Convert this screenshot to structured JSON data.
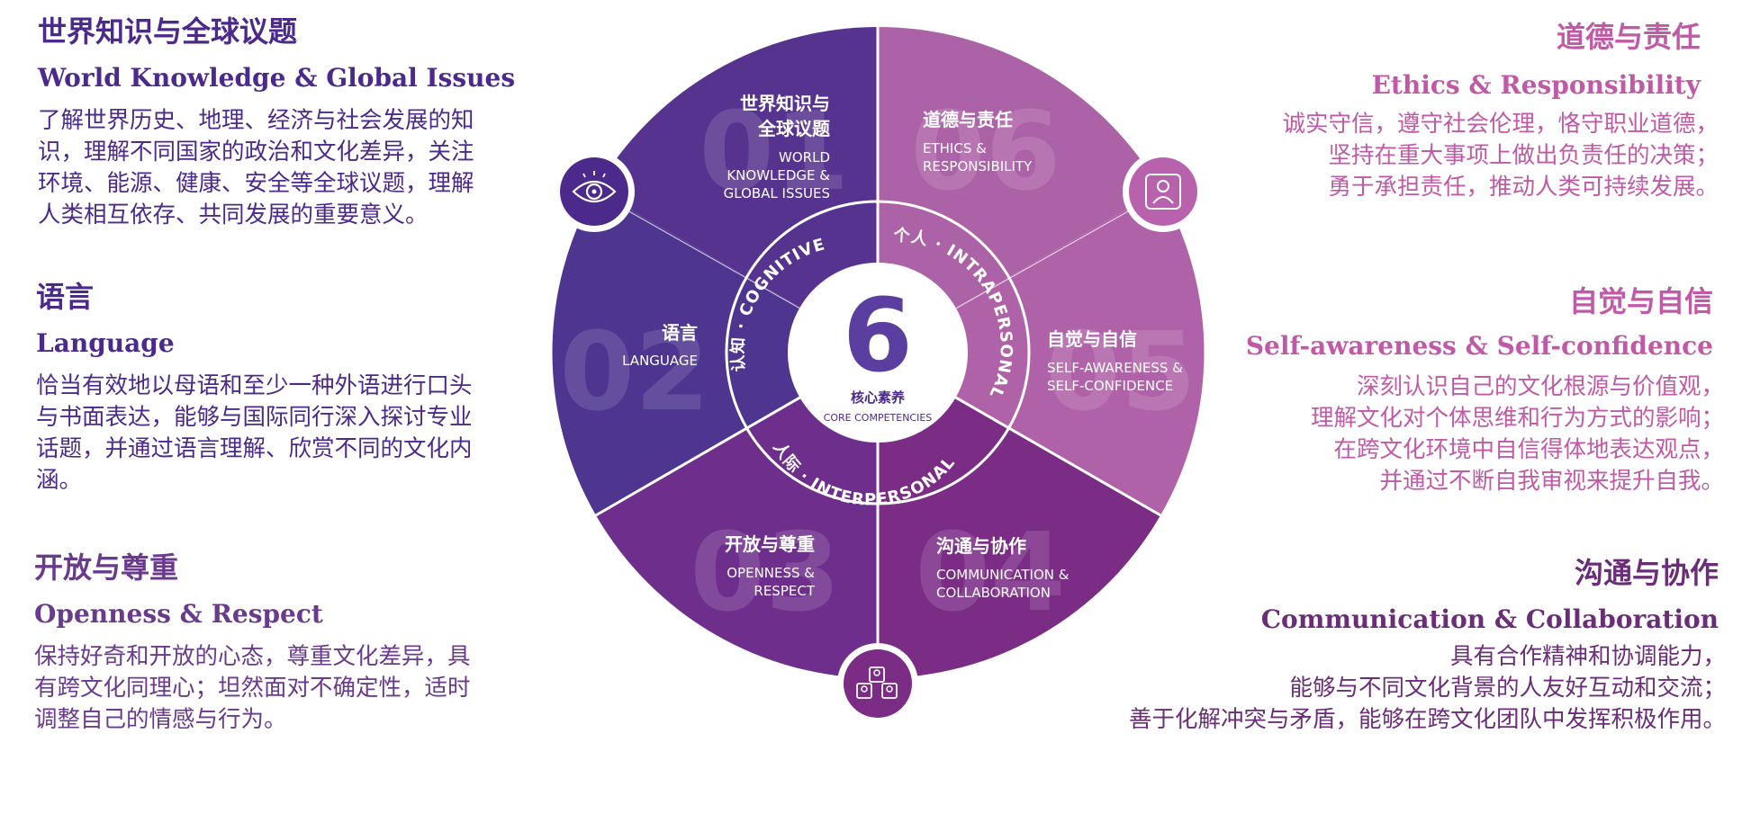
{
  "left_panels": [
    {
      "zh": "世界知识与全球议题",
      "en": "World Knowledge & Global Issues",
      "desc": [
        "了解世界历史、地理、经济与社会发展的知",
        "识，理解不同国家的政治和文化差异，关注",
        "环境、能源、健康、安全等全球议题，理解",
        "人类相互依存、共同发展的重要意义。"
      ]
    },
    {
      "zh": "语言",
      "en": "Language",
      "desc": [
        "恰当有效地以母语和至少一种外语进行口头",
        "与书面表达，能够与国际同行深入探讨专业",
        "话题，并通过语言理解、欣赏不同的文化内",
        "涵。"
      ]
    },
    {
      "zh": "开放与尊重",
      "en": "Openness & Respect",
      "desc": [
        "保持好奇和开放的心态，尊重文化差异，具",
        "有跨文化同理心；坦然面对不确定性，适时",
        "调整自己的情感与行为。"
      ]
    }
  ],
  "right_panels": [
    {
      "zh": "道德与责任",
      "en": "Ethics & Responsibility",
      "desc": [
        "诚实守信，遵守社会伦理，恪守职业道德，",
        "坚持在重大事项上做出负责任的决策；",
        "勇于承担责任，推动人类可持续发展。"
      ]
    },
    {
      "zh": "自觉与自信",
      "en": "Self-awareness & Self-confidence",
      "desc": [
        "深刻认识自己的文化根源与价值观，",
        "理解文化对个体思维和行为方式的影响；",
        "在跨文化环境中自信得体地表达观点，",
        "并通过不断自我审视来提升自我。"
      ]
    },
    {
      "zh": "沟通与协作",
      "en": "Communication & Collaboration",
      "desc": [
        "具有合作精神和协调能力，",
        "能够与不同文化背景的人友好互动和交流；",
        "善于化解冲突与矛盾，能够在跨文化团队中发挥积极作用。"
      ]
    }
  ],
  "wheel": {
    "center_number": "6",
    "center_zh": "核心素养",
    "center_en": "CORE COMPETENCIES",
    "ring_labels": {
      "cognitive": "认知 · COGNITIVE",
      "intrapersonal": "个人 · INTRAPERSONAL",
      "interpersonal": "人际 · INTERPERSONAL"
    },
    "segments": [
      {
        "num": "01",
        "zh": "世界知识与",
        "zh2": "全球议题",
        "en1": "WORLD",
        "en2": "KNOWLEDGE &",
        "en3": "GLOBAL ISSUES",
        "color": "#56338f"
      },
      {
        "num": "02",
        "zh": "语言",
        "en1": "LANGUAGE",
        "color": "#4d3590"
      },
      {
        "num": "03",
        "zh": "开放与尊重",
        "en1": "OPENNESS &",
        "en2": "RESPECT",
        "color": "#6e2f8c"
      },
      {
        "num": "04",
        "zh": "沟通与协作",
        "en1": "COMMUNICATION &",
        "en2": "COLLABORATION",
        "color": "#7b2d86"
      },
      {
        "num": "05",
        "zh": "自觉与自信",
        "en1": "SELF-AWARENESS &",
        "en2": "SELF-CONFIDENCE",
        "color": "#b062a8"
      },
      {
        "num": "06",
        "zh": "道德与责任",
        "en1": "ETHICS &",
        "en2": "RESPONSIBILITY",
        "color": "#ac62a6"
      }
    ],
    "icons": [
      "eye-icon",
      "id-badge-icon",
      "team-icon"
    ]
  },
  "colors": {
    "deep": "#4b2a8c",
    "plum": "#6a3a8c",
    "pink": "#c05aa6",
    "comm": "#6b2d78"
  }
}
